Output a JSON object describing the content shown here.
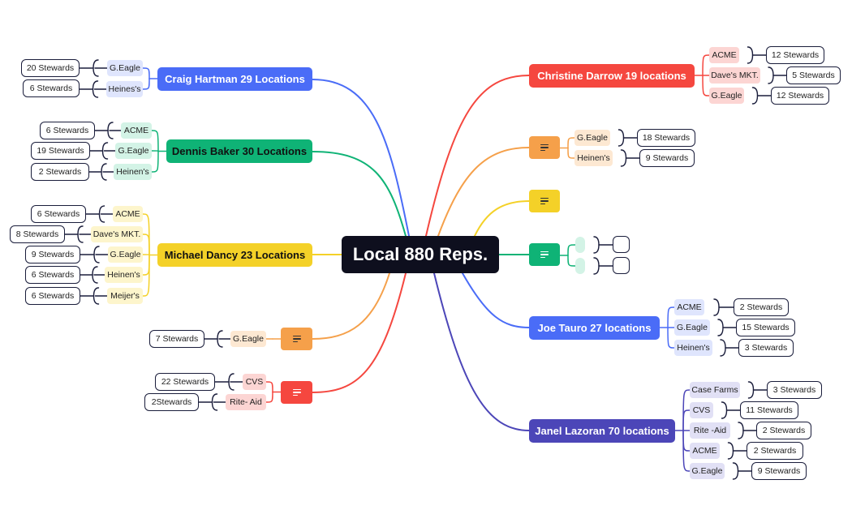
{
  "central": "Local 880 Reps.",
  "branches": {
    "craig": {
      "label": "Craig Hartman 29 Locations",
      "color": "#4a6cf7",
      "stores": [
        {
          "name": "G.Eagle",
          "stewards": "20 Stewards"
        },
        {
          "name": "Heines's",
          "stewards": "6 Stewards"
        }
      ]
    },
    "dennis": {
      "label": "Dennis Baker 30 Locations",
      "color": "#0fb376",
      "stores": [
        {
          "name": "ACME",
          "stewards": "6 Stewards"
        },
        {
          "name": "G.Eagle",
          "stewards": "19 Stewards"
        },
        {
          "name": "Heinen's",
          "stewards": "2 Stewards"
        }
      ]
    },
    "michael": {
      "label": "Michael Dancy 23 Locations",
      "color": "#f4d128",
      "stores": [
        {
          "name": "ACME",
          "stewards": "6 Stewards"
        },
        {
          "name": "Dave's MKT.",
          "stewards": "8 Stewards"
        },
        {
          "name": "G.Eagle",
          "stewards": "9 Stewards"
        },
        {
          "name": "Heinen's",
          "stewards": "6 Stewards"
        },
        {
          "name": "Meijer's",
          "stewards": "6 Stewards"
        }
      ]
    },
    "orange_left": {
      "color": "#f5a04a",
      "stores": [
        {
          "name": "G.Eagle",
          "stewards": "7 Stewards"
        }
      ]
    },
    "red_left": {
      "color": "#f5473f",
      "stores": [
        {
          "name": "CVS",
          "stewards": "22 Stewards"
        },
        {
          "name": "Rite- Aid",
          "stewards": "2Stewards"
        }
      ]
    },
    "christine": {
      "label": "Christine Darrow 19 locations",
      "color": "#f5473f",
      "stores": [
        {
          "name": "ACME",
          "stewards": "12 Stewards"
        },
        {
          "name": "Dave's MKT.",
          "stewards": "5 Stewards"
        },
        {
          "name": "G.Eagle",
          "stewards": "12 Stewards"
        }
      ]
    },
    "orange_right": {
      "color": "#f5a04a",
      "stores": [
        {
          "name": "G.Eagle",
          "stewards": "18 Stewards"
        },
        {
          "name": "Heinen's",
          "stewards": "9 Stewards"
        }
      ]
    },
    "yellow_right": {
      "color": "#f4d128"
    },
    "green_right": {
      "color": "#0fb376"
    },
    "joe": {
      "label": "Joe Tauro 27 locations",
      "color": "#4a6cf7",
      "stores": [
        {
          "name": "ACME",
          "stewards": "2 Stewards"
        },
        {
          "name": "G.Eagle",
          "stewards": "15 Stewards"
        },
        {
          "name": "Heinen's",
          "stewards": "3 Stewards"
        }
      ]
    },
    "janel": {
      "label": "Janel Lazoran 70 locations",
      "color": "#4c46b8",
      "stores": [
        {
          "name": "Case Farms",
          "stewards": "3 Stewards"
        },
        {
          "name": "CVS",
          "stewards": "11 Stewards"
        },
        {
          "name": "Rite -Aid",
          "stewards": "2 Stewards"
        },
        {
          "name": "ACME",
          "stewards": "2 Stewards"
        },
        {
          "name": "G.Eagle",
          "stewards": "9 Stewards"
        }
      ]
    }
  }
}
